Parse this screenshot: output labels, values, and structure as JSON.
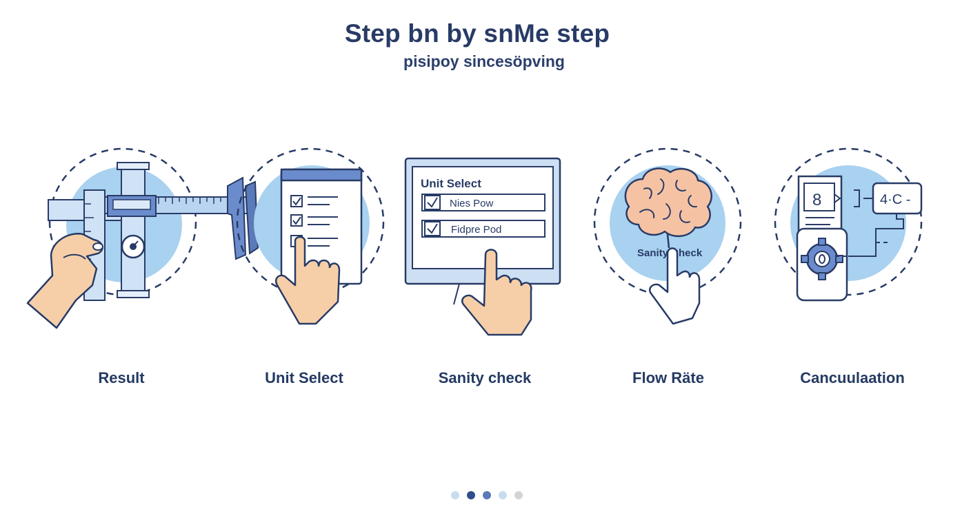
{
  "header": {
    "title": "Step bn by snMe step",
    "subtitle": "pisipoy sincesöpving"
  },
  "steps": [
    {
      "label": "Result",
      "icon": "caliper-measure-icon"
    },
    {
      "label": "Unit Select",
      "icon": "checklist-tap-icon"
    },
    {
      "label": "Sanity check",
      "icon": "monitor-form-icon",
      "screen": {
        "heading": "Unit Select",
        "options": [
          "Nies Pow",
          "Fidpre Pod"
        ]
      }
    },
    {
      "label": "Flow Räte",
      "icon": "brain-check-icon",
      "inner_label": "Sanity Check"
    },
    {
      "label": "Cancuulaation",
      "icon": "calculator-gear-icon",
      "display": {
        "digit": "8",
        "readout": "4·C -"
      }
    }
  ],
  "pager": {
    "count": 5,
    "active_index": 1,
    "colors": [
      "#c9dcef",
      "#2f4e8a",
      "#5b7ab8",
      "#c9dcef",
      "#d4d4d8"
    ]
  },
  "colors": {
    "navy": "#283b66",
    "light_blue": "#9cc8ec",
    "skin": "#f6cfa9",
    "brain": "#f5c3a4"
  }
}
